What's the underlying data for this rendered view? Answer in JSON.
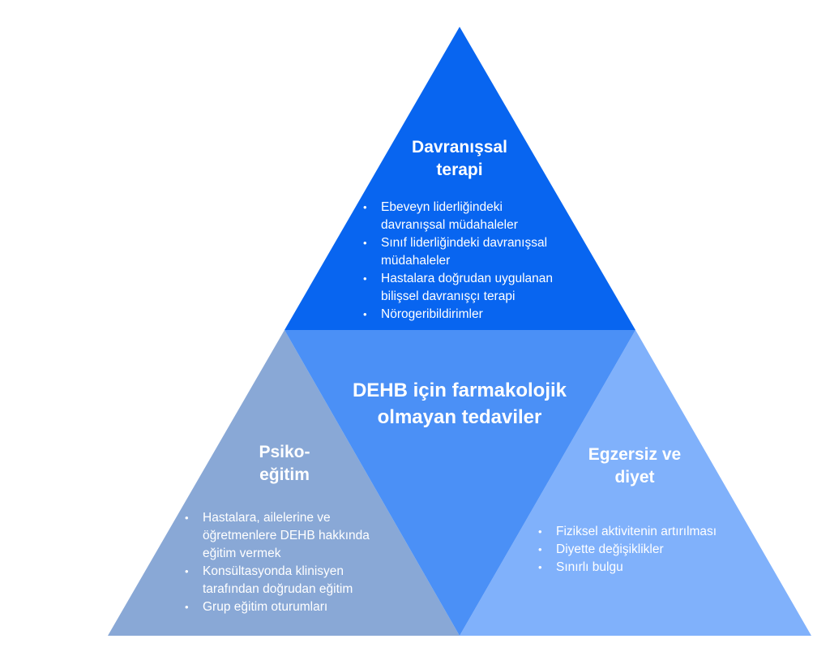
{
  "colors": {
    "top": "#0865F0",
    "center": "#4B90F6",
    "left": "#89A8D6",
    "right": "#80B1FB",
    "text": "#FFFFFF"
  },
  "center": {
    "title_line1": "DEHB için farmakolojik",
    "title_line2": "olmayan tedaviler"
  },
  "top": {
    "title_line1": "Davranışsal",
    "title_line2": "terapi",
    "bullets": [
      [
        "Ebeveyn liderliğindeki",
        "davranışsal müdahaleler"
      ],
      [
        "Sınıf liderliğindeki davranışsal",
        "müdahaleler"
      ],
      [
        "Hastalara doğrudan uygulanan",
        "bilişsel davranışçı terapi"
      ],
      [
        "Nörogeribildirimler"
      ]
    ]
  },
  "left": {
    "title_line1": "Psiko-",
    "title_line2": "eğitim",
    "bullets": [
      [
        "Hastalara, ailelerine ve",
        "öğretmenlere DEHB hakkında",
        "eğitim vermek"
      ],
      [
        "Konsültasyonda klinisyen",
        "tarafından doğrudan eğitim"
      ],
      [
        "Grup eğitim oturumları"
      ]
    ]
  },
  "right": {
    "title_line1": "Egzersiz ve",
    "title_line2": "diyet",
    "bullets": [
      [
        "Fiziksel aktivitenin artırılması"
      ],
      [
        "Diyette değişiklikler"
      ],
      [
        "Sınırlı bulgu"
      ]
    ]
  }
}
